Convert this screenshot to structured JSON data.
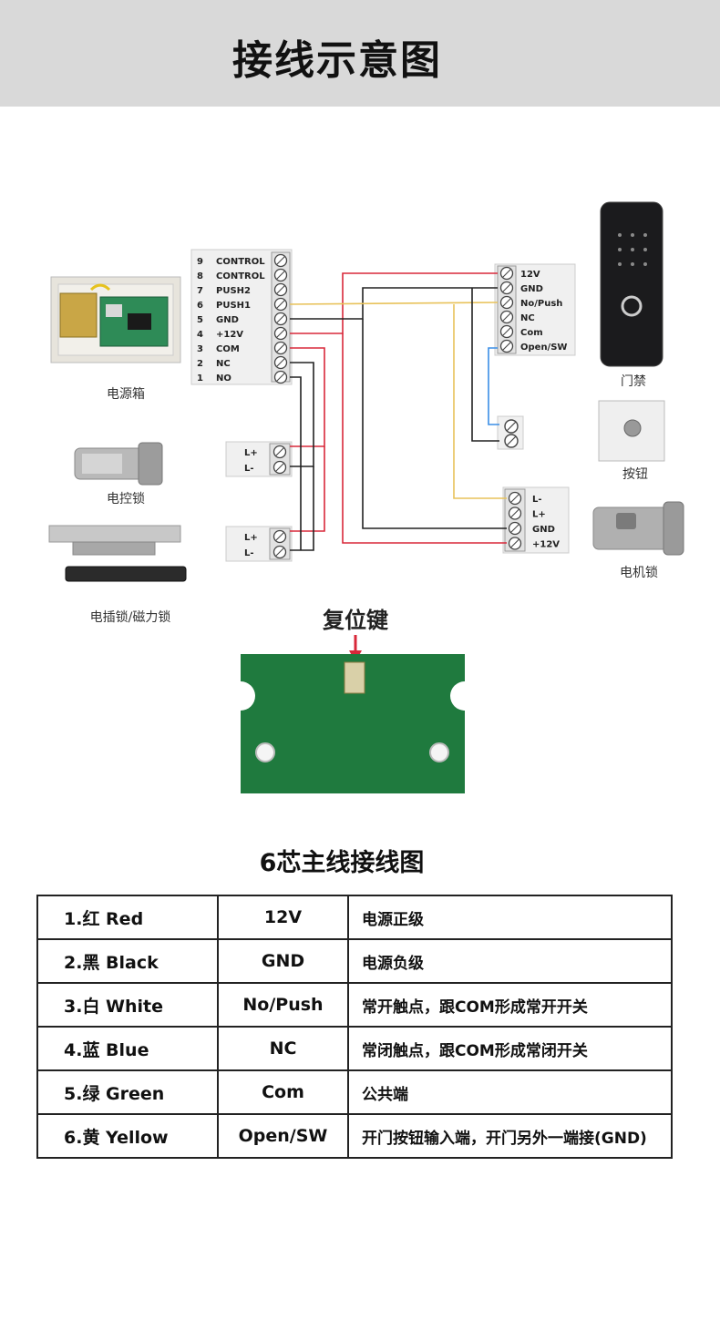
{
  "page_title": "接线示意图",
  "controller": {
    "terminals": [
      {
        "num": "9",
        "label": "CONTROL"
      },
      {
        "num": "8",
        "label": "CONTROL"
      },
      {
        "num": "7",
        "label": "PUSH2"
      },
      {
        "num": "6",
        "label": "PUSH1"
      },
      {
        "num": "5",
        "label": "GND"
      },
      {
        "num": "4",
        "label": "+12V"
      },
      {
        "num": "3",
        "label": "COM"
      },
      {
        "num": "2",
        "label": "NC"
      },
      {
        "num": "1",
        "label": "NO"
      }
    ]
  },
  "reader_terminals": [
    "12V",
    "GND",
    "No/Push",
    "NC",
    "Com",
    "Open/SW"
  ],
  "lock_terminal_a": [
    "L+",
    "L-"
  ],
  "lock_terminal_b": [
    "L+",
    "L-"
  ],
  "motor_lock_terminals": [
    "L-",
    "L+",
    "GND",
    "+12V"
  ],
  "devices": {
    "power_box": "电源箱",
    "electric_lock": "电控锁",
    "bolt_magnetic": "电插锁/磁力锁",
    "access_reader": "门禁",
    "exit_button": "按钮",
    "motor_lock": "电机锁"
  },
  "reset_label": "复位键",
  "table": {
    "title": "6芯主线接线图",
    "rows": [
      {
        "color": "1.红  Red",
        "signal": "12V",
        "desc": "电源正级"
      },
      {
        "color": "2.黑  Black",
        "signal": "GND",
        "desc": "电源负级"
      },
      {
        "color": "3.白  White",
        "signal": "No/Push",
        "desc": "常开触点，跟COM形成常开开关"
      },
      {
        "color": "4.蓝  Blue",
        "signal": "NC",
        "desc": "常闭触点，跟COM形成常闭开关"
      },
      {
        "color": "5.绿  Green",
        "signal": "Com",
        "desc": "公共端"
      },
      {
        "color": "6.黄  Yellow",
        "signal": "Open/SW",
        "desc": "开门按钮输入端，开门另外一端接(GND)"
      }
    ]
  },
  "colors": {
    "wire_red": "#d8283a",
    "wire_black": "#222222",
    "wire_yellow": "#e8c25a",
    "wire_blue": "#3a8ee6",
    "pcb_green": "#1f7a3e"
  }
}
